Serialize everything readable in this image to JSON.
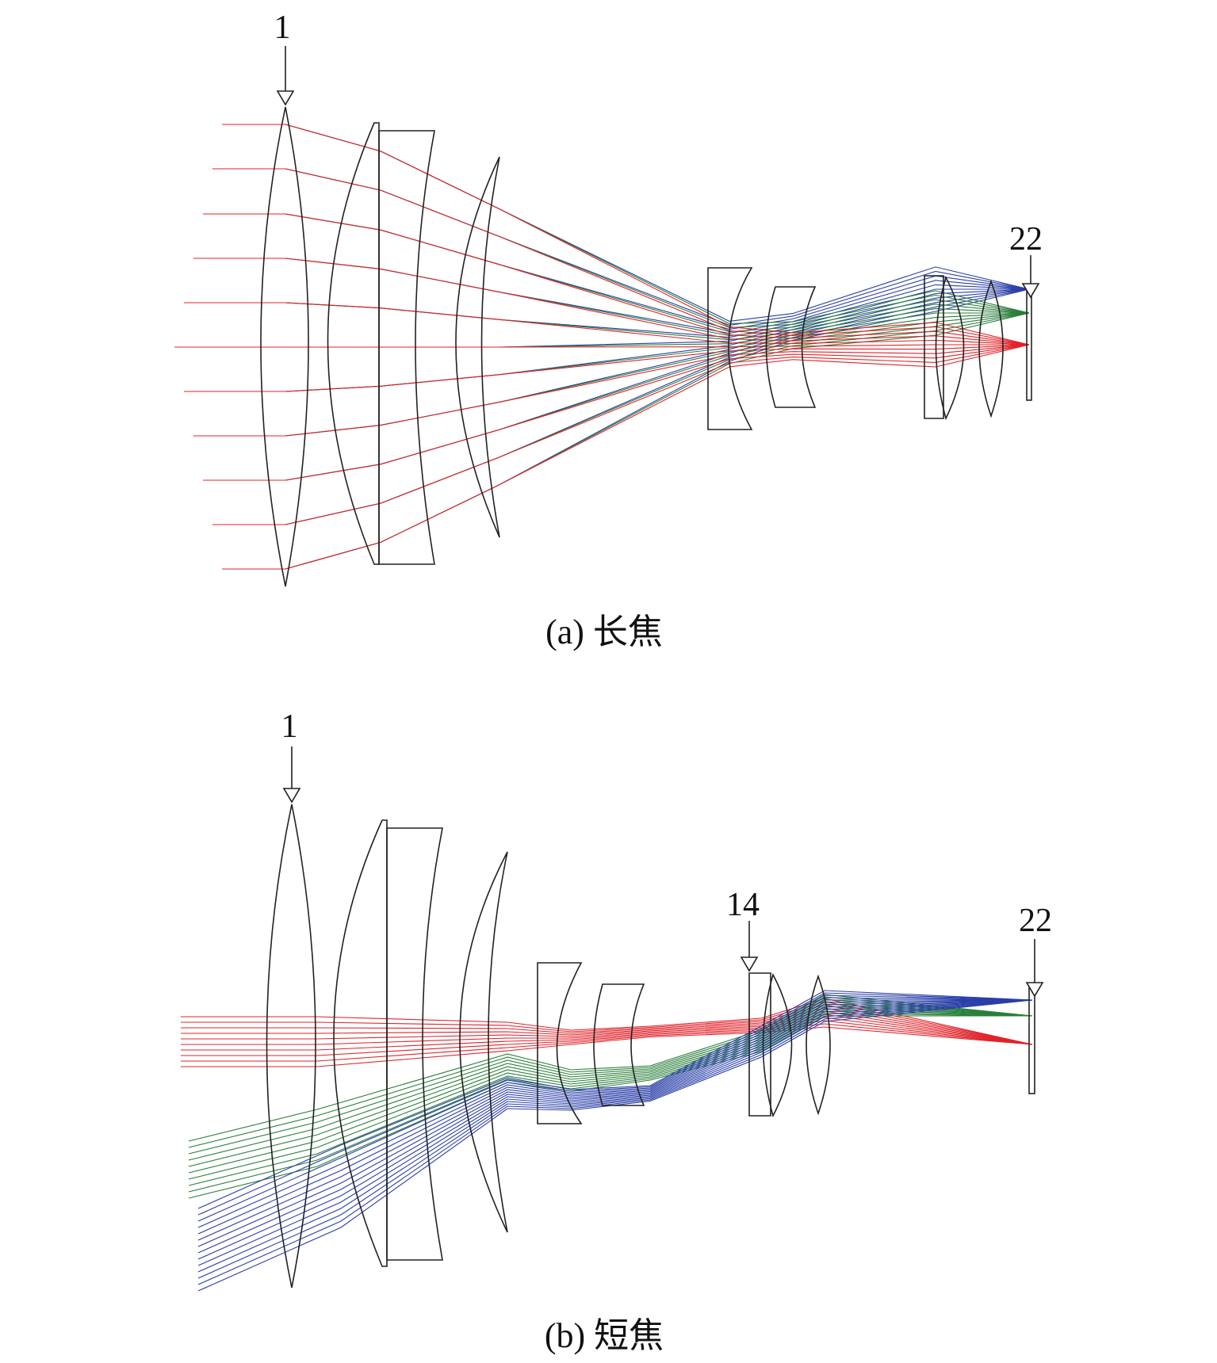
{
  "panels": [
    {
      "caption": "(a) 长焦",
      "labels": [
        "1",
        "22"
      ],
      "colors": {
        "red": "#e0232a",
        "green": "#2a7f3a",
        "blue": "#2a3fa8"
      }
    },
    {
      "caption": "(b) 短焦",
      "labels": [
        "1",
        "14",
        "22"
      ],
      "colors": {
        "red": "#e0232a",
        "green": "#2a7f3a",
        "blue": "#2a3fa8"
      }
    }
  ]
}
